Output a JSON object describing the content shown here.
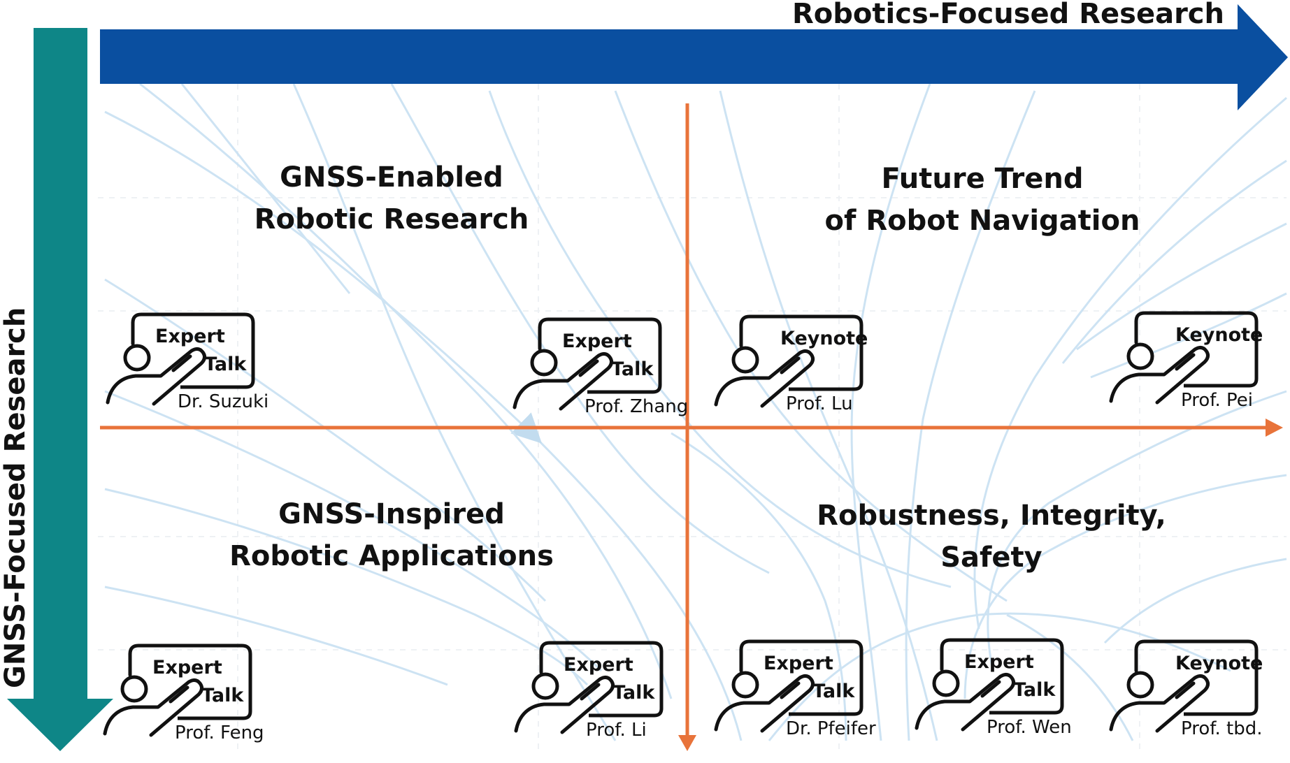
{
  "colors": {
    "horizontal_arrow": "#0a4fa0",
    "vertical_arrow": "#0e8687",
    "quadrant_axes": "#e8733a",
    "flow_lines": "#bcd9ee"
  },
  "axes": {
    "horizontal_label": "Robotics-Focused Research",
    "vertical_label": "GNSS-Focused Research"
  },
  "quadrants": {
    "top_left": {
      "line1": "GNSS-Enabled",
      "line2": "Robotic Research"
    },
    "top_right": {
      "line1": "Future Trend",
      "line2": "of Robot Navigation"
    },
    "bottom_left": {
      "line1": "GNSS-Inspired",
      "line2": "Robotic Applications"
    },
    "bottom_right": {
      "line1": "Robustness, Integrity,",
      "line2": "Safety"
    }
  },
  "talks": [
    {
      "type_line1": "Expert",
      "type_line2": "Talk",
      "speaker": "Dr. Suzuki",
      "icon": "presenter-board-icon"
    },
    {
      "type_line1": "Expert",
      "type_line2": "Talk",
      "speaker": "Prof. Zhang",
      "icon": "presenter-board-icon"
    },
    {
      "type_line1": "Keynote",
      "type_line2": "",
      "speaker": "Prof. Lu",
      "icon": "presenter-board-icon"
    },
    {
      "type_line1": "Keynote",
      "type_line2": "",
      "speaker": "Prof. Pei",
      "icon": "presenter-board-icon"
    },
    {
      "type_line1": "Expert",
      "type_line2": "Talk",
      "speaker": "Prof. Feng",
      "icon": "presenter-board-icon"
    },
    {
      "type_line1": "Expert",
      "type_line2": "Talk",
      "speaker": "Prof. Li",
      "icon": "presenter-board-icon"
    },
    {
      "type_line1": "Expert",
      "type_line2": "Talk",
      "speaker": "Dr. Pfeifer",
      "icon": "presenter-board-icon"
    },
    {
      "type_line1": "Expert",
      "type_line2": "Talk",
      "speaker": "Prof. Wen",
      "icon": "presenter-board-icon"
    },
    {
      "type_line1": "Keynote",
      "type_line2": "",
      "speaker": "Prof. tbd.",
      "icon": "presenter-board-icon"
    }
  ]
}
